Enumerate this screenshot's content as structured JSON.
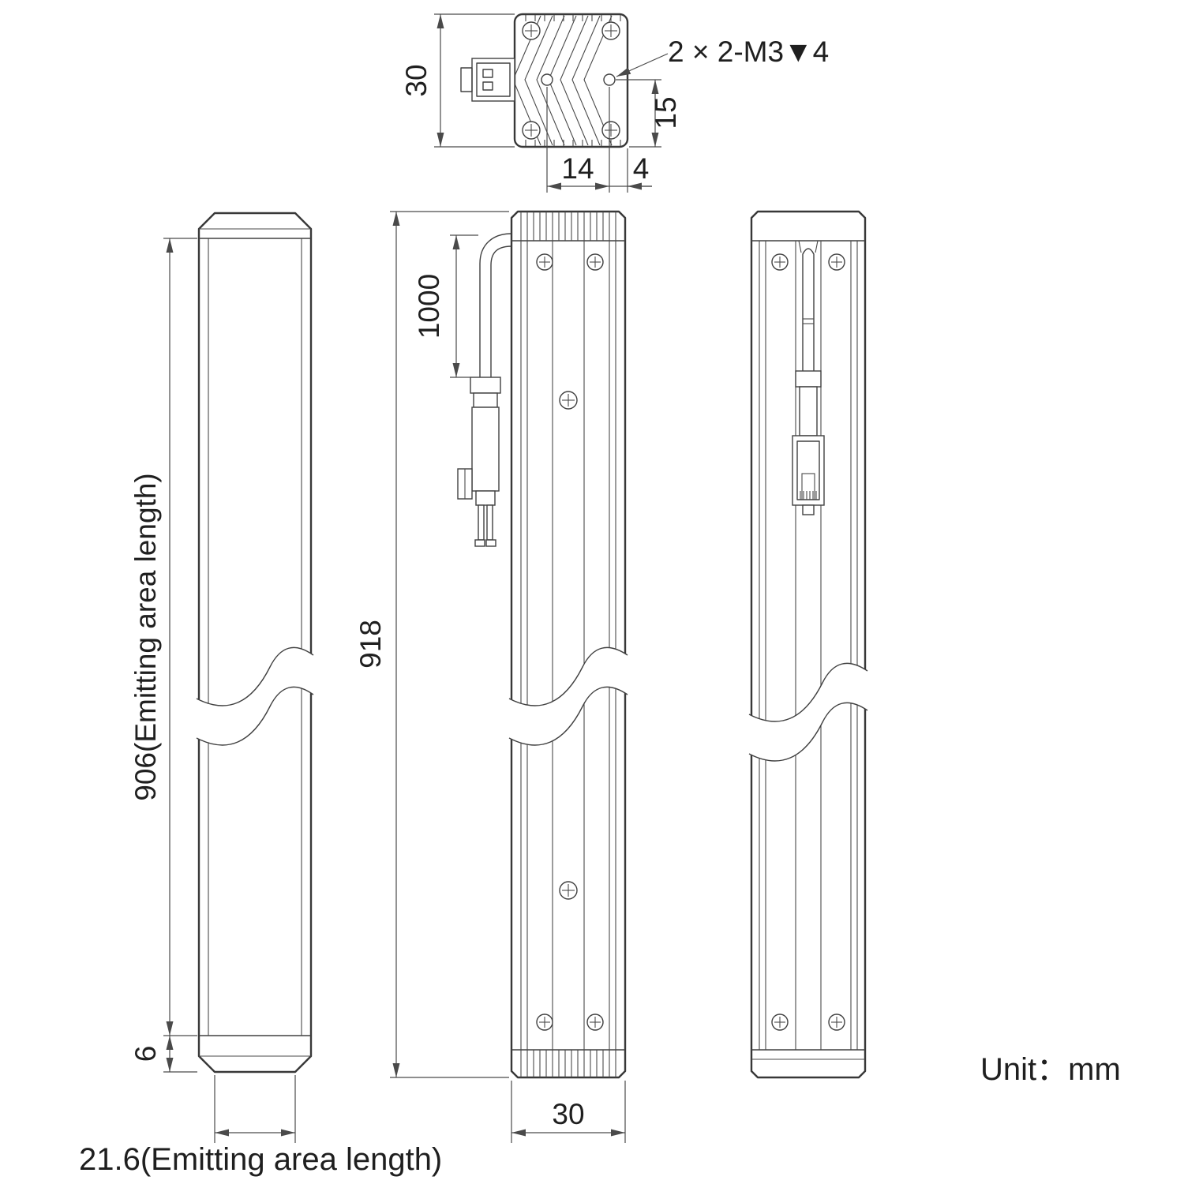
{
  "drawing": {
    "unit_label": "Unit：mm",
    "top_view": {
      "height": "30",
      "thread_callout": "2 × 2-M3▼4",
      "hole_to_end_vertical": "15",
      "hole_spacing": "14",
      "hole_to_edge_horizontal": "4"
    },
    "front_view": {
      "emitting_area_length": "906(Emitting area length)",
      "end_margin": "6",
      "emitting_area_width": "21.6(Emitting area length)"
    },
    "side_view": {
      "cable_length": "1000",
      "overall_length": "918",
      "body_width": "30"
    }
  }
}
